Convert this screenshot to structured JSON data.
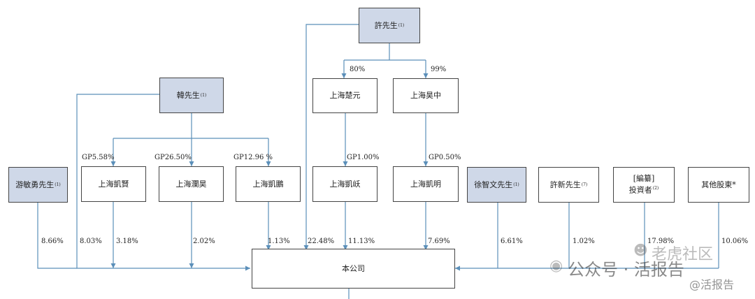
{
  "nodes": {
    "xu": {
      "name": "許先生",
      "note": "(1)"
    },
    "han": {
      "name": "韓先生",
      "note": "(1)"
    },
    "chuyuan": {
      "name": "上海楚元"
    },
    "haozhong": {
      "name": "上海昊中"
    },
    "you": {
      "name": "游敏勇先生",
      "note": "(1)"
    },
    "kaixian": {
      "name": "上海凱賢"
    },
    "lanhao": {
      "name": "上海瀾昊"
    },
    "kaipeng": {
      "name": "上海凱鵬"
    },
    "kaiyue": {
      "name": "上海凱岆"
    },
    "kaiming": {
      "name": "上海凱明"
    },
    "xuzhiwen": {
      "name": "徐智文先生",
      "note": "(1)"
    },
    "xuxin": {
      "name": "許新先生",
      "note": "(7)"
    },
    "investors": {
      "line1": "[編纂]",
      "line2": "投資者",
      "note": "(2)"
    },
    "others": {
      "name": "其他股東*"
    },
    "company": {
      "name": "本公司"
    }
  },
  "labels": {
    "xu_chuyuan": "80%",
    "xu_haozhong": "99%",
    "han_kaixian": "GP5.58%",
    "han_lanhao": "GP26.50%",
    "han_kaipeng": "GP12.96 %",
    "chuyuan_kaiyue": "GP1.00%",
    "haozhong_kaiming": "GP0.50%",
    "you_pct": "8.66%",
    "han_pct": "8.03%",
    "kaixian_pct": "3.18%",
    "lanhao_pct": "2.02%",
    "kaipeng_pct": "1.13%",
    "xu_pct": "22.48%",
    "kaiyue_pct": "11.13%",
    "kaiming_pct": "7.69%",
    "xuzhiwen_pct": "6.61%",
    "xuxin_pct": "1.02%",
    "investors_pct": "17.98%",
    "others_pct": "10.06%"
  },
  "watermark": {
    "line1": "老虎社区",
    "line2": "公众号 · 活报告",
    "line3": "@活报告"
  },
  "colors": {
    "person_fill": "#cfd8e8",
    "connector": "#5b8fb9"
  }
}
